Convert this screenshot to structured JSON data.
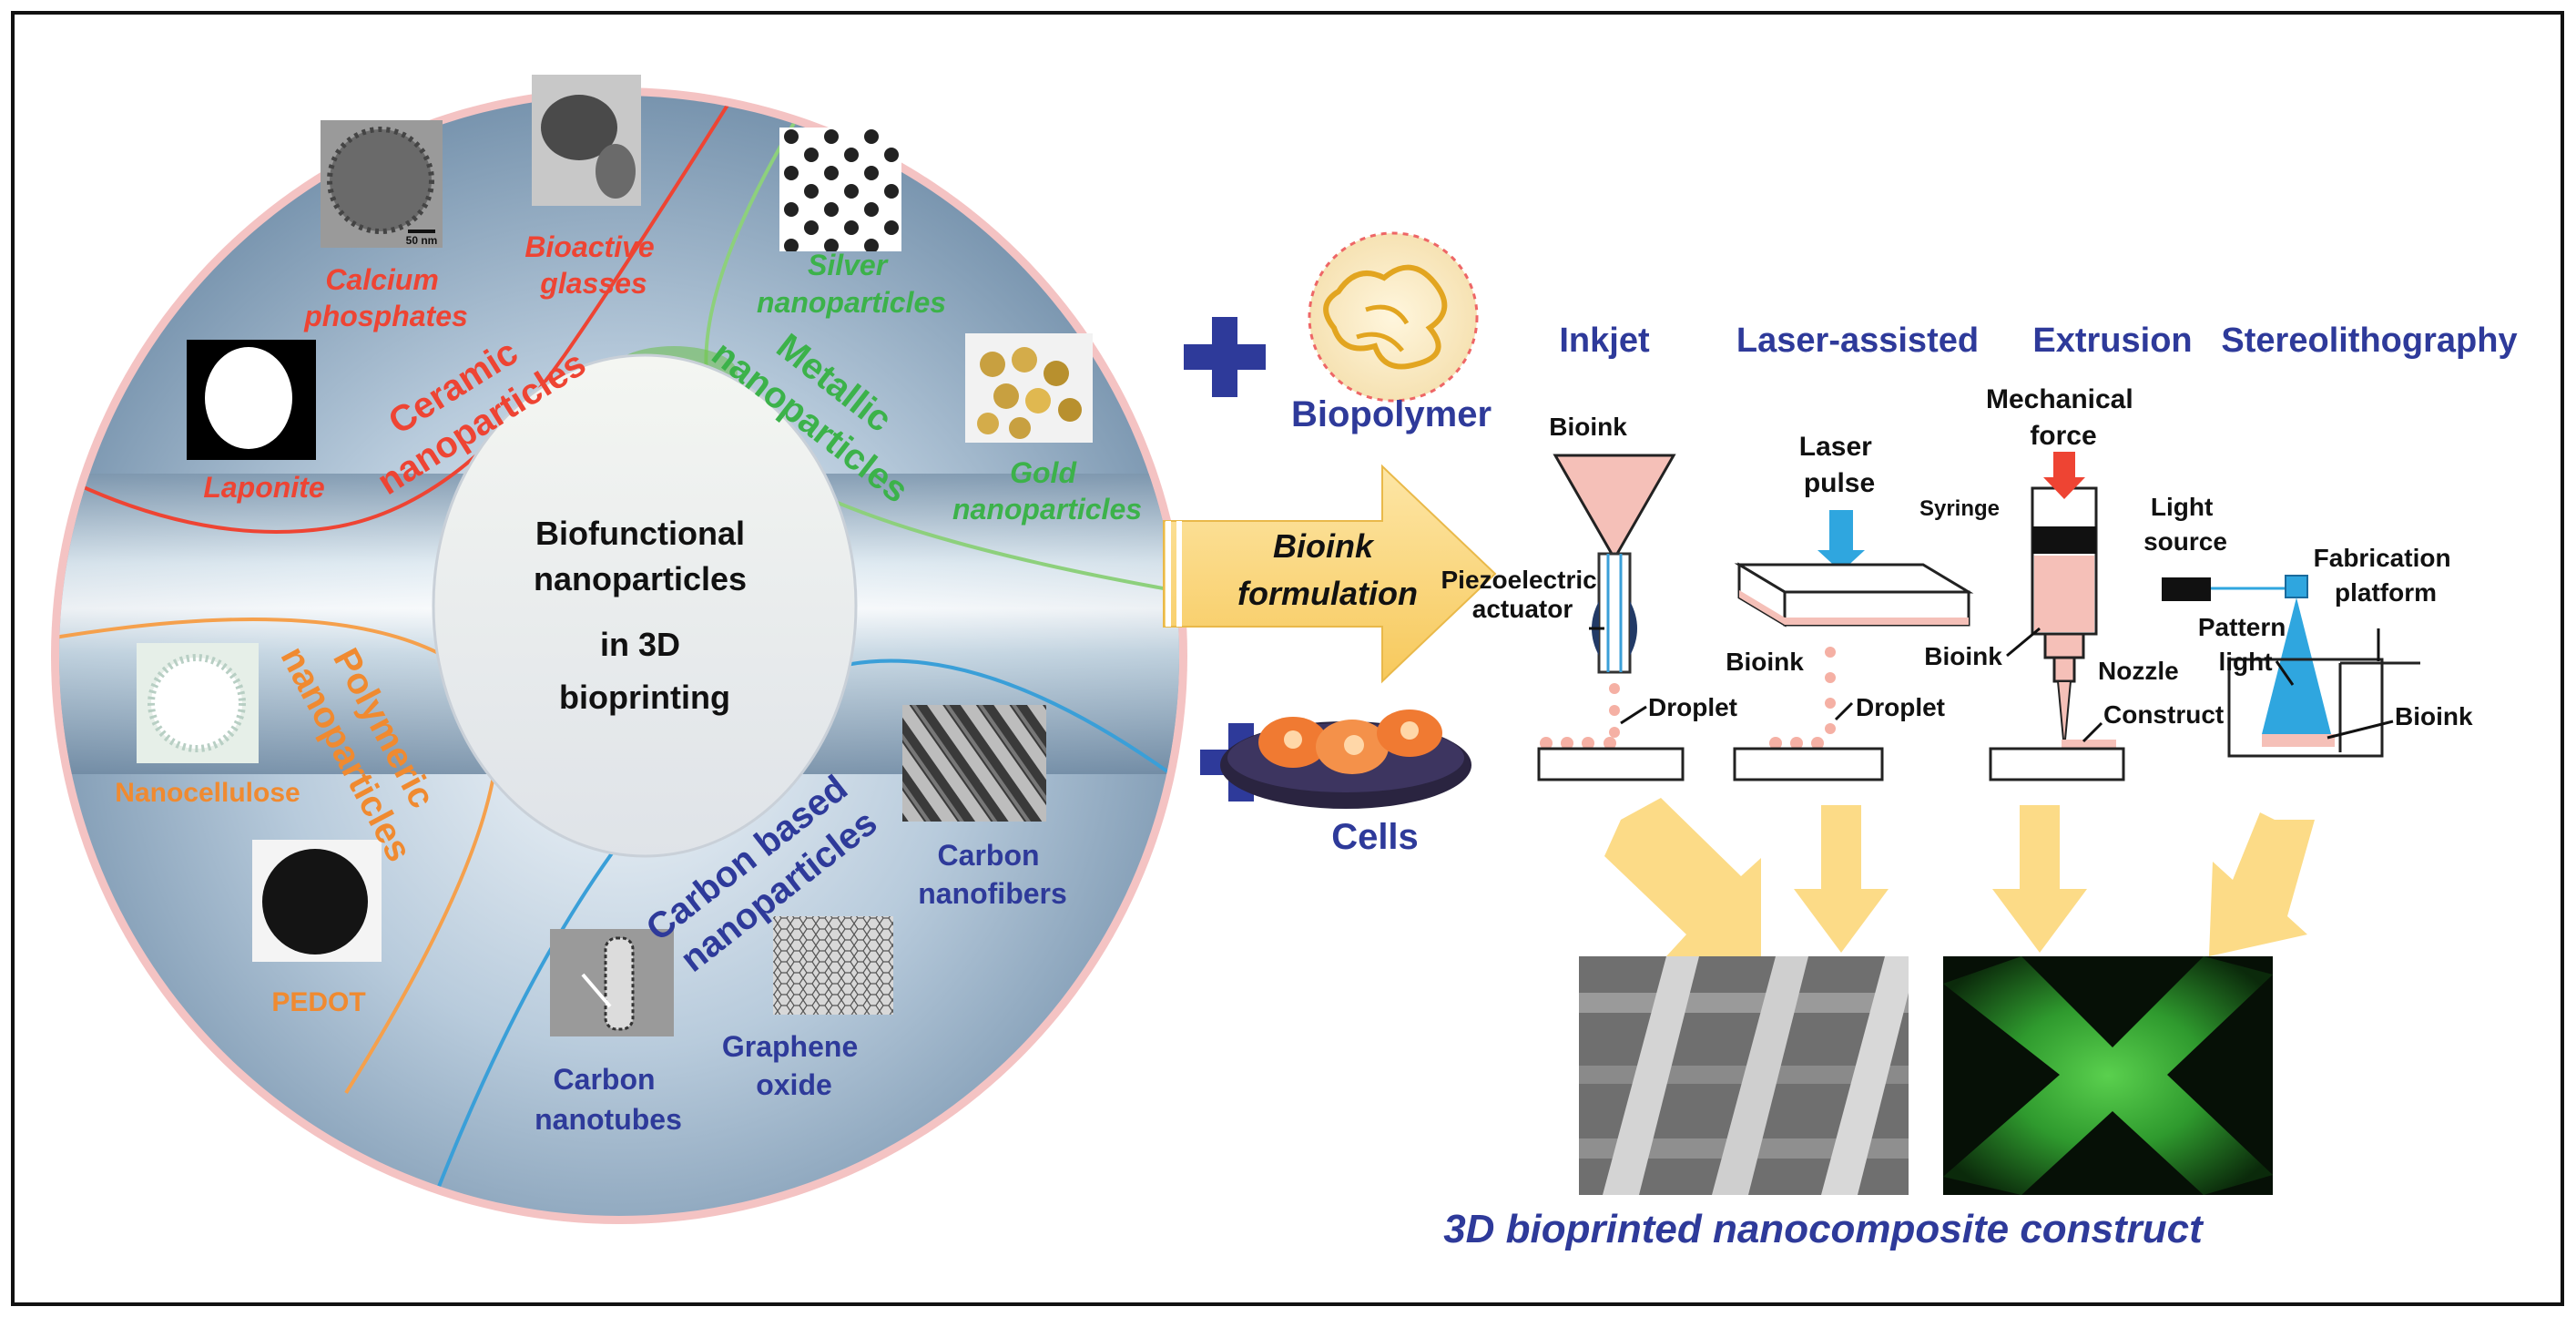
{
  "center": {
    "lines": [
      "Biofunctional",
      "nanoparticles",
      "in 3D",
      "bioprinting"
    ]
  },
  "categories": {
    "ceramic": {
      "lines": [
        "Ceramic",
        "nanoparticles"
      ],
      "color": "#ee4433"
    },
    "metallic": {
      "lines": [
        "Metallic",
        "nanoparticles"
      ],
      "color": "#3cb24a"
    },
    "polymeric": {
      "lines": [
        "Polymeric",
        "nanoparticles"
      ],
      "color": "#f08a30"
    },
    "carbon": {
      "lines": [
        "Carbon based",
        "nanoparticles"
      ],
      "color": "#2e3a9a"
    }
  },
  "items": {
    "calcium": [
      "Calcium",
      "phosphates"
    ],
    "scalebar": "50 nm",
    "bioactive": [
      "Bioactive",
      "glasses"
    ],
    "laponite": "Laponite",
    "silver": [
      "Silver",
      "nanoparticles"
    ],
    "gold": [
      "Gold",
      "nanoparticles"
    ],
    "nanocellulose": "Nanocellulose",
    "pedot": "PEDOT",
    "cnf": [
      "Carbon",
      "nanofibers"
    ],
    "cnt": [
      "Carbon",
      "nanotubes"
    ],
    "go": [
      "Graphene",
      "oxide"
    ]
  },
  "middle": {
    "biopolymer": "Biopolymer",
    "cells": "Cells",
    "formulation": [
      "Bioink",
      "formulation"
    ]
  },
  "methods": {
    "inkjet": {
      "title": "Inkjet",
      "bioink": "Bioink",
      "actuator": [
        "Piezoelectric",
        "actuator"
      ],
      "droplet": "Droplet"
    },
    "laser": {
      "title": "Laser-assisted",
      "pulse": [
        "Laser",
        "pulse"
      ],
      "bioink": "Bioink",
      "droplet": "Droplet"
    },
    "extrusion": {
      "title": "Extrusion",
      "force": [
        "Mechanical",
        "force"
      ],
      "syringe": "Syringe",
      "bioink": "Bioink",
      "nozzle": "Nozzle",
      "construct": "Construct"
    },
    "sla": {
      "title": "Stereolithography",
      "light_source": [
        "Light",
        "source"
      ],
      "platform": [
        "Fabrication",
        "platform"
      ],
      "pattern": [
        "Pattern",
        "light"
      ],
      "bioink": "Bioink"
    }
  },
  "footer": {
    "caption": "3D bioprinted nanocomposite construct"
  },
  "colors": {
    "title_blue": "#2e3a9a",
    "bioink_pink": "#f5c0b8",
    "arrow_yellow": "#fcd77a",
    "sla_blue": "#2fa6df",
    "red": "#ee4433"
  }
}
